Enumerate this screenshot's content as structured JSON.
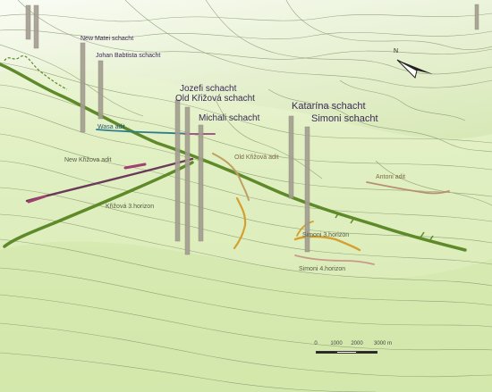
{
  "labels": {
    "new_matei_schacht": "New Matei schacht",
    "johan_babtista_schacht": "Johan Babtista schacht",
    "jozefi_schacht": "Jozefi schacht",
    "old_krizova_schacht": "Old Křižová schacht",
    "michali_schacht": "Michali schacht",
    "katarina_schacht": "Katarína schacht",
    "simoni_schacht": "Simoni schacht",
    "wasa_adit": "Wasa adit",
    "new_krizova_adit": "New Křižova adit",
    "old_krizova_adit": "Old Křižová adit",
    "antoni_adit": "Antoni adit",
    "krizova_3_horizon": "Křižová 3.horizon",
    "simoni_3_horizon": "Simoni 3.horizon",
    "simoni_4_horizon": "Simoni 4.horizon"
  },
  "scale_bar": {
    "ticks": [
      "0",
      "1000",
      "2000",
      "3000 m"
    ]
  },
  "north_arrow": {
    "letter": "N",
    "icon": "north-arrow-icon"
  },
  "colors": {
    "terrain": "#d9ecb4",
    "terrain_light": "#eef7dc",
    "contour": "#7c8a66",
    "shaft": "#a39d90",
    "main_horizon": "#5e8a2a",
    "wasa_adit": "#2e7c8c",
    "new_krizova_adit": "#6a3a5a",
    "simoni_3_horizon": "#d4a030",
    "simoni_4_horizon": "#c89a8a",
    "antoni_adit": "#b89070"
  }
}
